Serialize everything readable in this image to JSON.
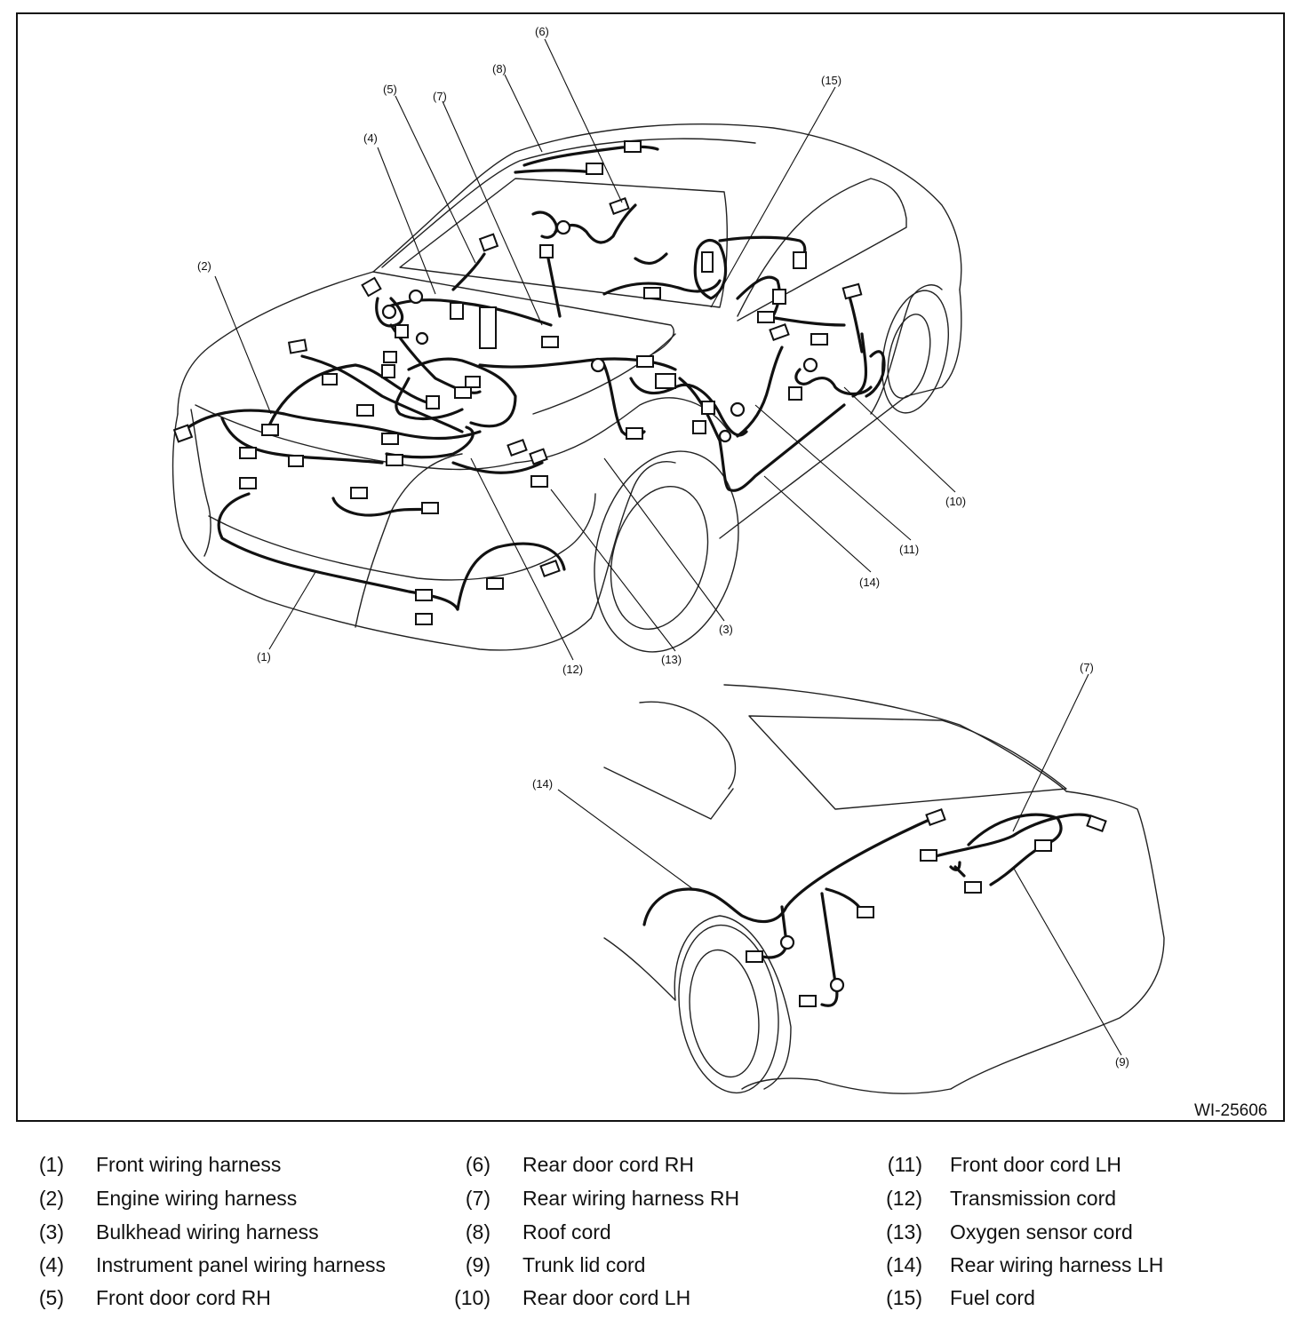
{
  "figure": {
    "id": "WI-25606",
    "callouts": [
      {
        "label": "(1)"
      },
      {
        "label": "(2)"
      },
      {
        "label": "(3)"
      },
      {
        "label": "(4)"
      },
      {
        "label": "(5)"
      },
      {
        "label": "(6)"
      },
      {
        "label": "(7)"
      },
      {
        "label": "(8)"
      },
      {
        "label": "(10)"
      },
      {
        "label": "(11)"
      },
      {
        "label": "(12)"
      },
      {
        "label": "(13)"
      },
      {
        "label": "(14)"
      },
      {
        "label": "(15)"
      }
    ],
    "rear_callouts": [
      {
        "label": "(7)"
      },
      {
        "label": "(14)"
      },
      {
        "label": "(9)"
      }
    ]
  },
  "legend": [
    {
      "num": "(1)",
      "name": "Front wiring harness"
    },
    {
      "num": "(2)",
      "name": "Engine wiring harness"
    },
    {
      "num": "(3)",
      "name": "Bulkhead wiring harness"
    },
    {
      "num": "(4)",
      "name": "Instrument panel wiring harness"
    },
    {
      "num": "(5)",
      "name": "Front door cord RH"
    },
    {
      "num": "(6)",
      "name": "Rear door cord RH"
    },
    {
      "num": "(7)",
      "name": "Rear wiring harness RH"
    },
    {
      "num": "(8)",
      "name": "Roof cord"
    },
    {
      "num": "(9)",
      "name": "Trunk lid cord"
    },
    {
      "num": "(10)",
      "name": "Rear door cord LH"
    },
    {
      "num": "(11)",
      "name": "Front door cord LH"
    },
    {
      "num": "(12)",
      "name": "Transmission cord"
    },
    {
      "num": "(13)",
      "name": "Oxygen sensor cord"
    },
    {
      "num": "(14)",
      "name": "Rear wiring harness LH"
    },
    {
      "num": "(15)",
      "name": "Fuel cord"
    }
  ]
}
